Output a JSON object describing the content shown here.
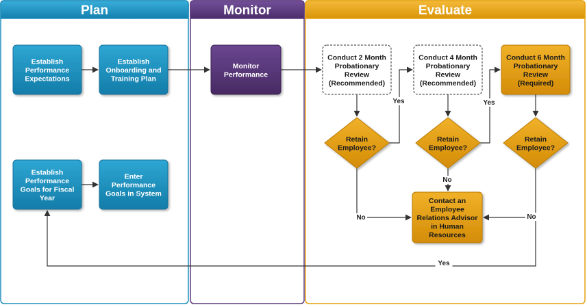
{
  "colors": {
    "plan": "#1e8dbb",
    "monitor": "#5c3a7d",
    "evaluate": "#e5a10e",
    "node_blue": "#1a91be",
    "node_purple": "#563476",
    "node_gold": "#e29d13",
    "edge": "#333333"
  },
  "lanes": [
    {
      "id": "plan",
      "title": "Plan"
    },
    {
      "id": "monitor",
      "title": "Monitor"
    },
    {
      "id": "evaluate",
      "title": "Evaluate"
    }
  ],
  "nodes": [
    {
      "id": "establish-expectations",
      "shape": "box",
      "style": "blue",
      "lines": [
        "Establish",
        "Performance",
        "Expectations"
      ]
    },
    {
      "id": "onboarding-plan",
      "shape": "box",
      "style": "blue",
      "lines": [
        "Establish",
        "Onboarding and",
        "Training Plan"
      ]
    },
    {
      "id": "fiscal-goals",
      "shape": "box",
      "style": "blue",
      "lines": [
        "Establish",
        "Performance",
        "Goals for Fiscal",
        "Year"
      ]
    },
    {
      "id": "enter-goals",
      "shape": "box",
      "style": "blue",
      "lines": [
        "Enter",
        "Performance",
        "Goals in System"
      ]
    },
    {
      "id": "monitor-performance",
      "shape": "box",
      "style": "purple",
      "lines": [
        "Monitor",
        "Performance"
      ]
    },
    {
      "id": "review-2-month",
      "shape": "dashed",
      "style": "dashed",
      "lines": [
        "Conduct 2 Month",
        "Probationary",
        "Review",
        "(Recommended)"
      ]
    },
    {
      "id": "review-4-month",
      "shape": "dashed",
      "style": "dashed",
      "lines": [
        "Conduct 4 Month",
        "Probationary",
        "Review",
        "(Recommended)"
      ]
    },
    {
      "id": "review-6-month",
      "shape": "box",
      "style": "gold",
      "lines": [
        "Conduct 6 Month",
        "Probationary",
        "Review",
        "(Required)"
      ]
    },
    {
      "id": "retain-1",
      "shape": "diamond",
      "style": "gold",
      "lines": [
        "Retain",
        "Employee?"
      ]
    },
    {
      "id": "retain-2",
      "shape": "diamond",
      "style": "gold",
      "lines": [
        "Retain",
        "Employee?"
      ]
    },
    {
      "id": "retain-3",
      "shape": "diamond",
      "style": "gold",
      "lines": [
        "Retain",
        "Employee?"
      ]
    },
    {
      "id": "contact-hr",
      "shape": "box",
      "style": "gold",
      "lines": [
        "Contact an",
        "Employee",
        "Relations Advisor",
        "in Human",
        "Resources"
      ]
    }
  ],
  "edges": [
    {
      "from": "establish-expectations",
      "to": "onboarding-plan",
      "label": ""
    },
    {
      "from": "fiscal-goals",
      "to": "enter-goals",
      "label": ""
    },
    {
      "from": "onboarding-plan",
      "to": "monitor-performance",
      "label": ""
    },
    {
      "from": "monitor-performance",
      "to": "review-2-month",
      "label": ""
    },
    {
      "from": "review-2-month",
      "to": "retain-1",
      "label": ""
    },
    {
      "from": "retain-1",
      "to": "review-4-month",
      "label": "Yes"
    },
    {
      "from": "review-4-month",
      "to": "retain-2",
      "label": ""
    },
    {
      "from": "retain-2",
      "to": "review-6-month",
      "label": "Yes"
    },
    {
      "from": "review-6-month",
      "to": "retain-3",
      "label": ""
    },
    {
      "from": "retain-1",
      "to": "contact-hr",
      "label": "No"
    },
    {
      "from": "retain-2",
      "to": "contact-hr",
      "label": "No"
    },
    {
      "from": "retain-3",
      "to": "contact-hr",
      "label": "No"
    },
    {
      "from": "retain-3",
      "to": "fiscal-goals",
      "label": "Yes"
    }
  ]
}
